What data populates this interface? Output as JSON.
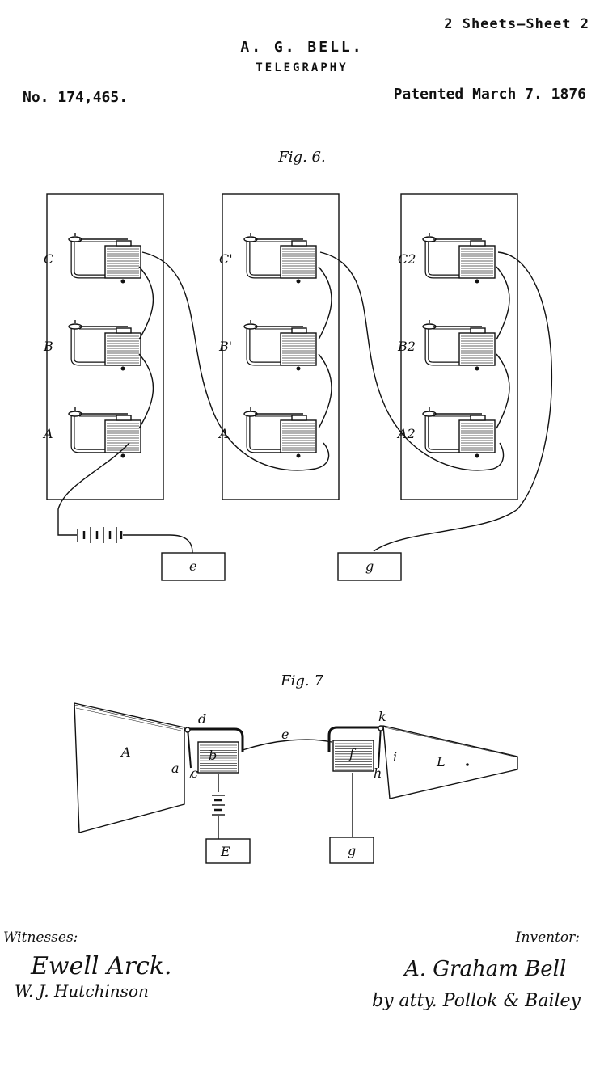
{
  "header": {
    "sheets": "2 Sheets—Sheet 2",
    "inventor": "A. G. BELL.",
    "title": "TELEGRAPHY",
    "patent_number": "No. 174,465.",
    "patent_date": "Patented March 7. 1876"
  },
  "figure6": {
    "caption": "Fig. 6.",
    "boxes": [
      {
        "labels": [
          "C",
          "B",
          "A"
        ]
      },
      {
        "labels": [
          "C'",
          "B'",
          "A"
        ]
      },
      {
        "labels": [
          "C2",
          "B2",
          "A2"
        ]
      }
    ],
    "terminals": [
      "e",
      "g"
    ]
  },
  "figure7": {
    "caption": "Fig. 7",
    "labels": {
      "left_cone": "A",
      "d": "d",
      "a": "a",
      "c": "c",
      "b": "b",
      "wire": "e",
      "right_k": "k",
      "right_f": "f",
      "right_i": "i",
      "right_h": "h",
      "right_cone": "L"
    },
    "boxes": [
      "E",
      "g"
    ]
  },
  "signatures": {
    "witnesses_label": "Witnesses:",
    "witness1": "Ewell Arck.",
    "witness2": "W. J. Hutchinson",
    "inventor_label": "Inventor:",
    "inventor_sig": "A. Graham Bell",
    "attorney_sig": "by atty. Pollok & Bailey"
  }
}
